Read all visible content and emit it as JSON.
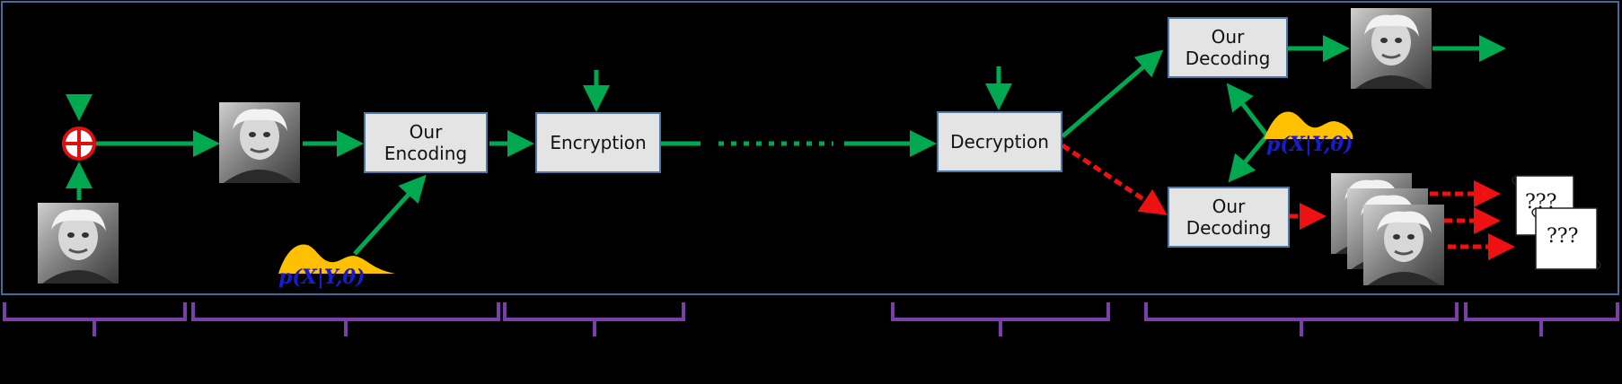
{
  "boxes": {
    "encoding": "Our\nEncoding",
    "encryption": "Encryption",
    "decryption": "Decryption",
    "decoding_top": "Our\nDecoding",
    "decoding_bottom": "Our\nDecoding"
  },
  "prior_label": "p(X|Y,θ)",
  "unknown_label": "???",
  "colors": {
    "flow": "#00a84f",
    "attack": "#ee1111",
    "brace": "#7a3fa8",
    "prior": "#ffc000",
    "prior_text": "#1a1ad0",
    "box_border": "#4a78a8",
    "frame": "#3f6d9e"
  }
}
